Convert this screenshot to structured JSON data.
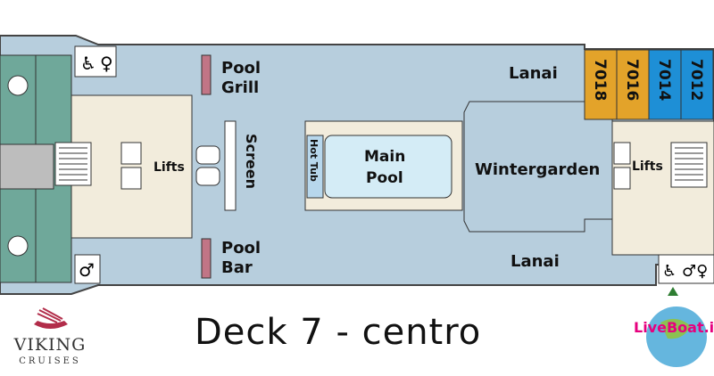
{
  "deck_title": "Deck 7 - centro",
  "areas": {
    "pool_grill": [
      "Pool",
      "Grill"
    ],
    "pool_bar": [
      "Pool",
      "Bar"
    ],
    "screen": "Screen",
    "hot_tub": "Hot Tub",
    "main_pool": [
      "Main",
      "Pool"
    ],
    "lanai_top": "Lanai",
    "lanai_bottom": "Lanai",
    "wintergarden": "Wintergarden",
    "lifts_left": "Lifts",
    "lifts_right": "Lifts"
  },
  "cabins": [
    {
      "number": "7018",
      "category_color": "#e3a32a"
    },
    {
      "number": "7016",
      "category_color": "#e3a32a"
    },
    {
      "number": "7014",
      "category_color": "#1e8fd6"
    },
    {
      "number": "7012",
      "category_color": "#1e8fd6"
    }
  ],
  "icons": [
    "wheelchair-icon",
    "restroom-icon",
    "stairs-icon"
  ],
  "brand": {
    "name": "VIKING",
    "sub": "CRUISES"
  },
  "watermark": {
    "text": "LiveBoat.it"
  },
  "colors": {
    "deck": "#b7cedd",
    "interior": "#f2ecdc",
    "green": "#6fa89a",
    "screen_gray": "#cccccc",
    "bar": "#c17586"
  }
}
